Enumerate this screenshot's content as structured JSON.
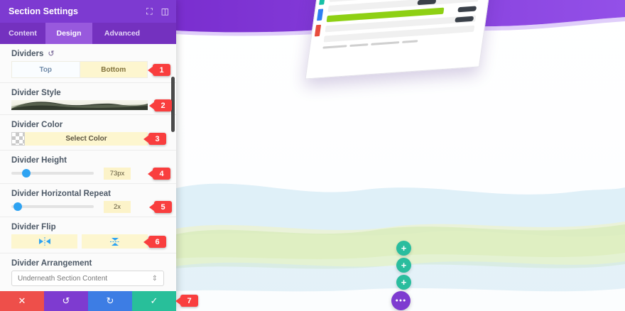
{
  "panel": {
    "title": "Section Settings",
    "tabs": [
      {
        "label": "Content"
      },
      {
        "label": "Design"
      },
      {
        "label": "Advanced"
      }
    ],
    "fields": {
      "dividers_label": "Dividers",
      "top_label": "Top",
      "bottom_label": "Bottom",
      "style_label": "Divider Style",
      "color_label": "Divider Color",
      "select_color_label": "Select Color",
      "height_label": "Divider Height",
      "height_value": "73px",
      "repeat_label": "Divider Horizontal Repeat",
      "repeat_value": "2x",
      "flip_label": "Divider Flip",
      "arrangement_label": "Divider Arrangement",
      "arrangement_value": "Underneath Section Content"
    }
  },
  "badges": [
    "1",
    "2",
    "3",
    "4",
    "5",
    "6",
    "7"
  ],
  "icons": {
    "plus": "+",
    "dots": "●●●",
    "expand": "⛶",
    "columns": "◫",
    "close": "✕",
    "undo": "↺",
    "redo": "↻",
    "check": "✓",
    "reset": "↺",
    "updown": "⇕"
  },
  "colors": {
    "accent_purple": "#7e3bd0",
    "highlight_yellow": "#fdf6cf",
    "slider_blue": "#2ea3f2",
    "badge_red": "#f93e3e",
    "footer_red": "#ee4f4a",
    "footer_blue": "#3d7de4",
    "footer_green": "#28bf9a",
    "add_button_teal": "#2abd9e"
  }
}
